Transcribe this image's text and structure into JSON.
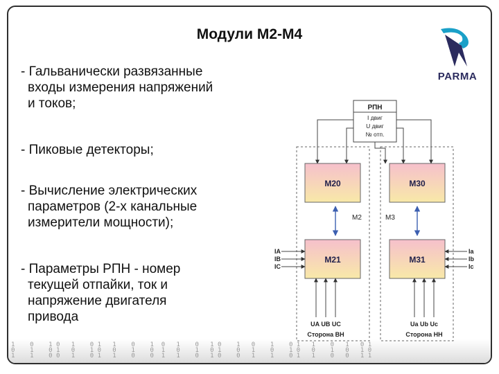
{
  "title": "Модули М2-М4",
  "bullets": [
    "- Гальванически развязанные",
    "входы измерения напряжений",
    "и токов;",
    "- Пиковые детекторы;",
    "- Вычисление электрических",
    "параметров (2-х канальные",
    "измерители мощности);",
    "- Параметры РПН - номер",
    "текущей отпайки, ток и",
    "напряжение  двигателя",
    "привода"
  ],
  "logo": {
    "text": "PARMA",
    "colors": {
      "accent": "#1aa0c8",
      "dark": "#2b2b5e"
    }
  },
  "diagram": {
    "rpn": {
      "title": "РПН",
      "rows": [
        "I двиг",
        "U двиг",
        "№ отп."
      ]
    },
    "modules": [
      {
        "id": "M20",
        "label": "М20"
      },
      {
        "id": "M30",
        "label": "М30"
      },
      {
        "id": "M21",
        "label": "М21"
      },
      {
        "id": "M31",
        "label": "М31"
      }
    ],
    "group_labels": {
      "m2": "М2",
      "m3": "М3"
    },
    "left_currents": [
      "IA",
      "IB",
      "IC"
    ],
    "right_currents": [
      "Ia",
      "Ib",
      "Ic"
    ],
    "left_voltages": "UA UB UC",
    "right_voltages": "Ua Ub Uc",
    "side_hv": "Сторона ВН",
    "side_lv": "Сторона НН",
    "colors": {
      "module_fill_top": "#f6c0cc",
      "module_fill_bottom": "#f8e9a8",
      "module_border": "#666666"
    }
  }
}
